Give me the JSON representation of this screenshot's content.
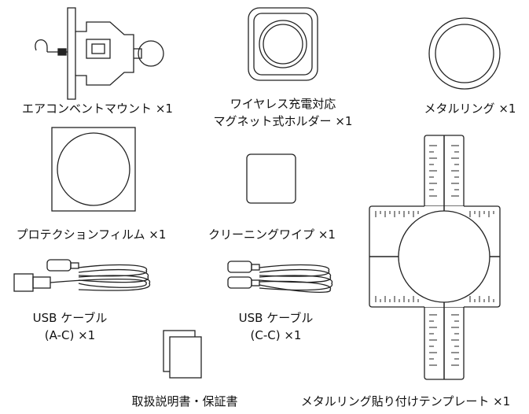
{
  "items": {
    "air_vent_mount": {
      "label": "エアコンベントマウント ×1"
    },
    "wireless_holder": {
      "label_line1": "ワイヤレス充電対応",
      "label_line2": "マグネット式ホルダー ×1"
    },
    "metal_ring": {
      "label": "メタルリング ×1"
    },
    "protection_film": {
      "label": "プロテクションフィルム ×1"
    },
    "cleaning_wipe": {
      "label": "クリーニングワイプ ×1"
    },
    "usb_cable_ac": {
      "label_line1": "USB ケーブル",
      "label_line2": "(A-C) ×1"
    },
    "usb_cable_cc": {
      "label_line1": "USB ケーブル",
      "label_line2": "(C-C) ×1"
    },
    "manual": {
      "label": "取扱説明書・保証書"
    },
    "ring_template": {
      "label": "メタルリング貼り付けテンプレート ×1"
    }
  }
}
